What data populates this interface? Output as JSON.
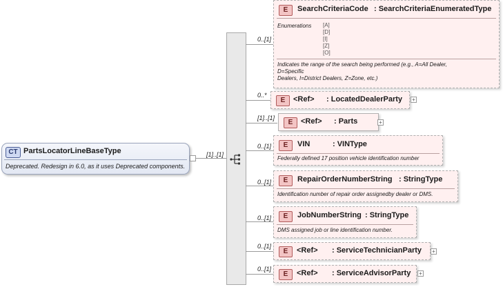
{
  "complex_type": {
    "badge": "CT",
    "name": "PartsLocatorLineBaseType",
    "doc": "Deprecated. Redesign in 6.0, as it uses Deprecated components."
  },
  "sequence": {
    "multiplicity": "[1]..[1]"
  },
  "elements": [
    {
      "badge": "E",
      "name": "SearchCriteriaCode",
      "type": ": SearchCriteriaEnumeratedType",
      "multiplicity": "0..[1]",
      "enumerations_label": "Enumerations",
      "enumerations": [
        "[A]",
        "[D]",
        "[I]",
        "[Z]",
        "[O]"
      ],
      "doc_line1": "Indicates the range of the search being performed (e.g., A=All Dealer,",
      "doc_line2": "D=Specific",
      "doc_line3": "Dealers, I=District Dealers, Z=Zone, etc.)"
    },
    {
      "badge": "E",
      "ref": "<Ref>",
      "type": ": LocatedDealerParty",
      "multiplicity": "0..*"
    },
    {
      "badge": "E",
      "ref": "<Ref>",
      "type": ": Parts",
      "multiplicity": "[1]..[1]"
    },
    {
      "badge": "E",
      "name": "VIN",
      "type": ": VINType",
      "multiplicity": "0..[1]",
      "doc": "Federally defined 17 position vehicle identification number"
    },
    {
      "badge": "E",
      "name": "RepairOrderNumberString",
      "type": ": StringType",
      "multiplicity": "0..[1]",
      "doc": "Identification number of repair order assignedby dealer or DMS."
    },
    {
      "badge": "E",
      "name": "JobNumberString",
      "type": ": StringType",
      "multiplicity": "0..[1]",
      "doc": "DMS assigned job or line identification number."
    },
    {
      "badge": "E",
      "ref": "<Ref>",
      "type": ": ServiceTechnicianParty",
      "multiplicity": "0..[1]"
    },
    {
      "badge": "E",
      "ref": "<Ref>",
      "type": ": ServiceAdvisorParty",
      "multiplicity": "0..[1]"
    }
  ],
  "colors": {
    "element_fill": "#fff0f0",
    "element_badge": "#f3c4c4",
    "ct_badge": "#cfd9f2",
    "sequence_fill": "#e9e9e9"
  }
}
